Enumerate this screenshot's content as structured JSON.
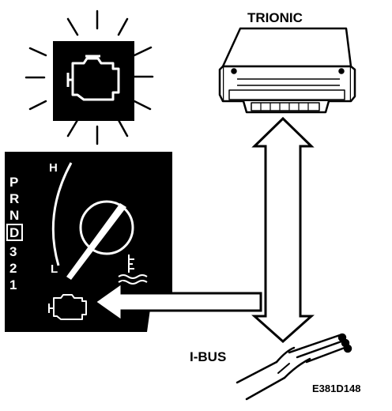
{
  "labels": {
    "ecu": "TRIONIC",
    "bus": "I-BUS",
    "figure_code": "E381D148"
  },
  "gauge": {
    "high": "H",
    "low": "L"
  },
  "gear_selector": [
    "P",
    "R",
    "N",
    "D",
    "3",
    "2",
    "1"
  ],
  "selected_gear": "D",
  "colors": {
    "ink": "#000000",
    "paper": "#ffffff"
  },
  "icons": {
    "warning_lamp": "check-engine-icon",
    "temperature": "coolant-temperature-icon"
  }
}
